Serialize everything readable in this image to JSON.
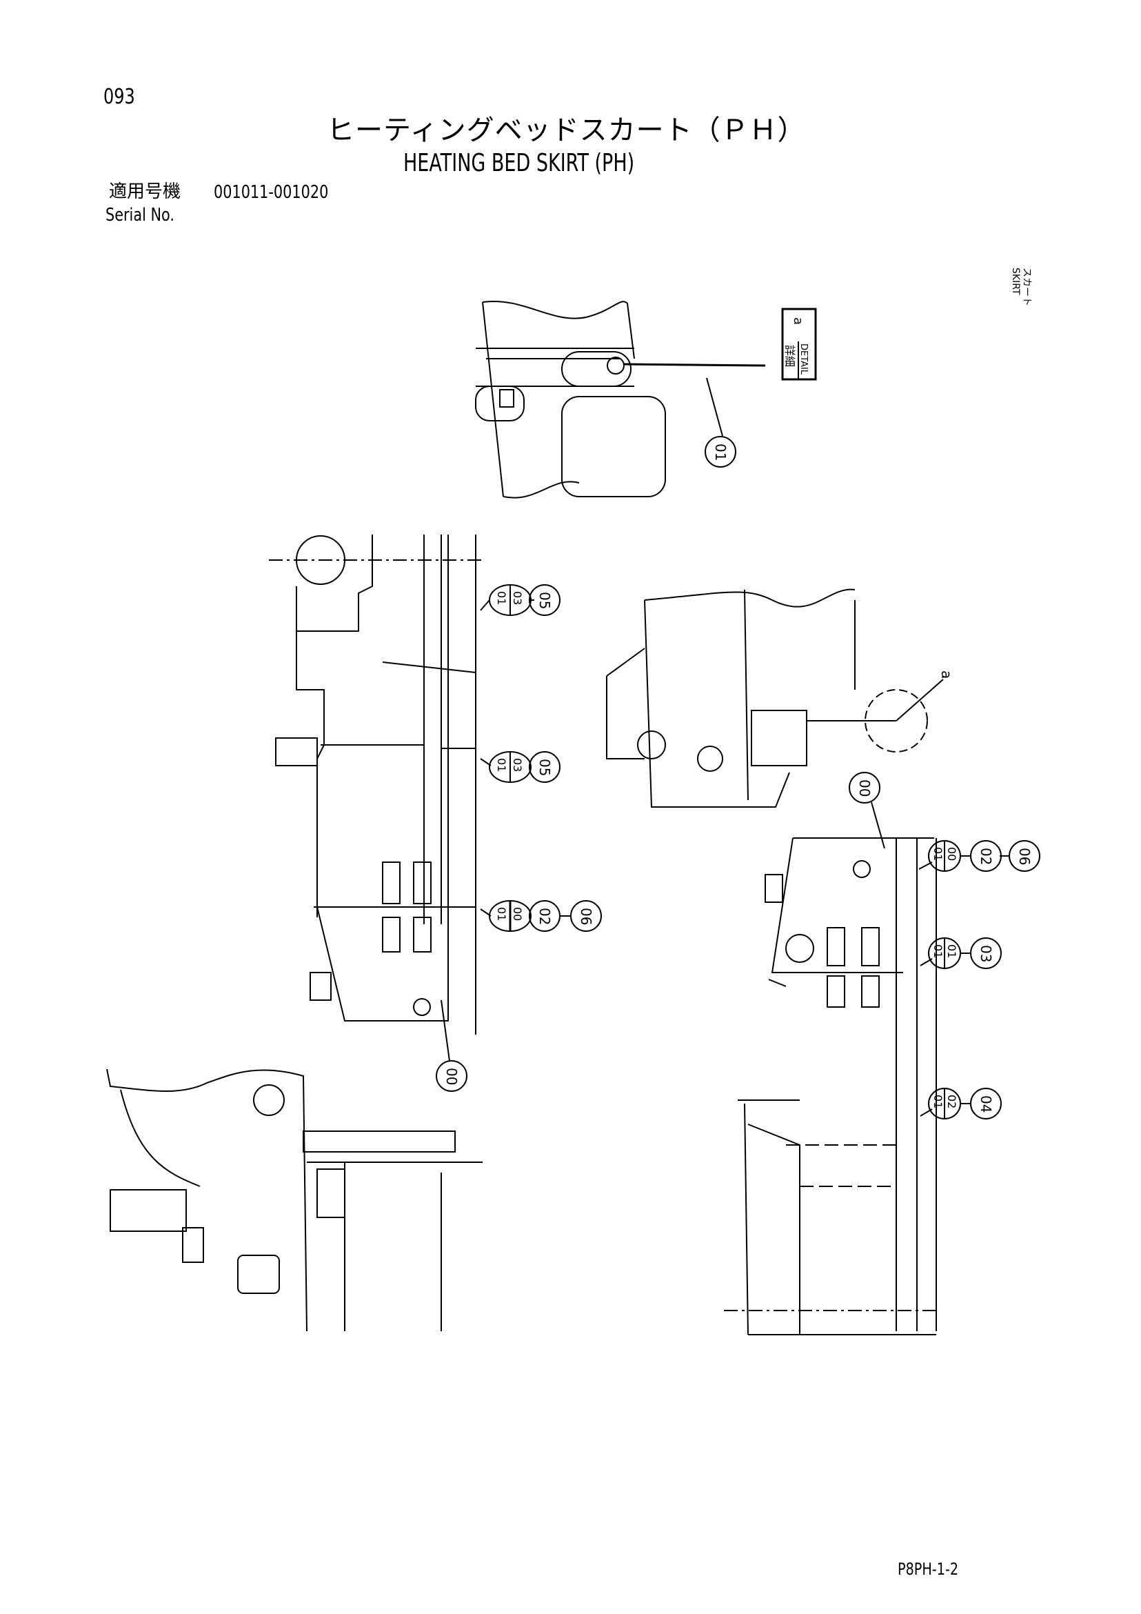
{
  "header": {
    "page_number": "093",
    "title_jp": "ヒーティングベッドスカート（ＰＨ）",
    "title_en": "HEATING BED SKIRT (PH)",
    "serial_label_jp": "適用号機",
    "serial_range": "001011-001020",
    "serial_label_en": "Serial No."
  },
  "side_label": {
    "jp": "スカート",
    "en": "SKIRT"
  },
  "detail_box": {
    "jp": "詳細",
    "en": "DETAIL",
    "ref": "a"
  },
  "detail_marker": "a",
  "balloons": {
    "top": "01",
    "left_1": {
      "a": "01",
      "b": "03",
      "c": "05"
    },
    "left_2": {
      "a": "01",
      "b": "03",
      "c": "05"
    },
    "left_3": {
      "a": "01",
      "b": "00",
      "c": "02",
      "d": "06"
    },
    "left_4": "00",
    "right_1": "00",
    "right_2": {
      "a": "01",
      "b": "00",
      "c": "02",
      "d": "06"
    },
    "right_3": {
      "a": "01",
      "b": "01",
      "c": "03"
    },
    "right_4": {
      "a": "01",
      "b": "02",
      "c": "04"
    }
  },
  "footer": {
    "drawing_code": "P8PH-1-2"
  }
}
